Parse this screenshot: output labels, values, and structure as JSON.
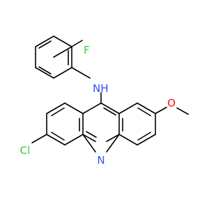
{
  "molecule": {
    "atoms": [
      {
        "id": "F",
        "symbol": "F",
        "color": "#33cc33"
      },
      {
        "id": "NH",
        "symbol": "NH",
        "color": "#3050f8"
      },
      {
        "id": "N",
        "symbol": "N",
        "color": "#3050f8"
      },
      {
        "id": "O",
        "symbol": "O",
        "color": "#ff0d0d"
      },
      {
        "id": "Cl",
        "symbol": "Cl",
        "color": "#33cc33"
      }
    ],
    "bond_color": "#000000",
    "background": "#ffffff"
  }
}
